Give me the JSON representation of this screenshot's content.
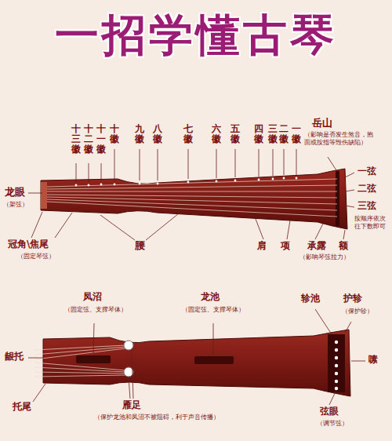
{
  "diagram": {
    "title": "一招学懂古琴",
    "labels": [
      "十三徽",
      "十二徽",
      "十一徽",
      "十徽",
      "九徽",
      "八徽",
      "七徽",
      "六徽",
      "五徽",
      "四徽",
      "三徽",
      "二徽",
      "一徽",
      "岳山",
      "（影响是否发生煞音，抱面或按指等毁伤缺陷）",
      "一弦",
      "二弦",
      "三弦",
      "按顺序依次往下数即可",
      "龙眼",
      "（架弦）",
      "冠角\\焦尾",
      "（固定琴弦）",
      "腰",
      "肩",
      "项",
      "承露",
      "（影响琴弦拉力）",
      "额",
      "凤沼",
      "（固定弦、支撑琴体）",
      "龙池",
      "（固定弦、支撑琴体）",
      "轸池",
      "护轸",
      "（保护轸）",
      "龈托",
      "托尾",
      "雁足",
      "（保护龙池和凤沼不被阻碍，利于声音传播）",
      "嗉",
      "弦眼",
      "（调节弦）"
    ]
  }
}
